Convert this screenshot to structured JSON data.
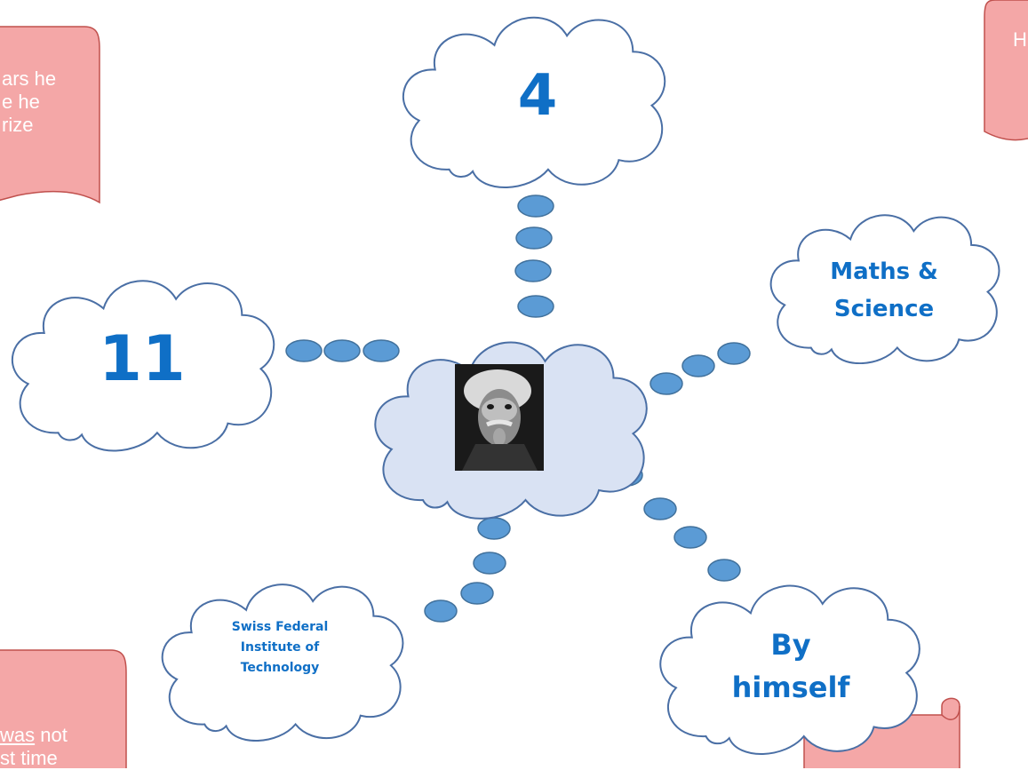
{
  "central_photo_alt": "Albert Einstein portrait",
  "bubbles": {
    "top": "4",
    "left": "11",
    "right_line1": "Maths &",
    "right_line2": "Science",
    "bottom_left_line1": "Swiss Federal",
    "bottom_left_line2": "Institute of",
    "bottom_left_line3": "Technology",
    "bottom_right_line1": "By",
    "bottom_right_line2": "himself"
  },
  "scrolls": {
    "top_left_line1": "ars he",
    "top_left_line2": "e he",
    "top_left_line3": "rize",
    "top_right_line1": "H",
    "bottom_left_line1_underlined": "was",
    "bottom_left_line1_rest": " not",
    "bottom_left_line2": "st time"
  },
  "colors": {
    "bubble_text": "#0f6fc6",
    "connector_dot": "#5b9bd5",
    "central_cloud": "#d9e2f3",
    "scroll_fill": "#f4a7a7"
  }
}
